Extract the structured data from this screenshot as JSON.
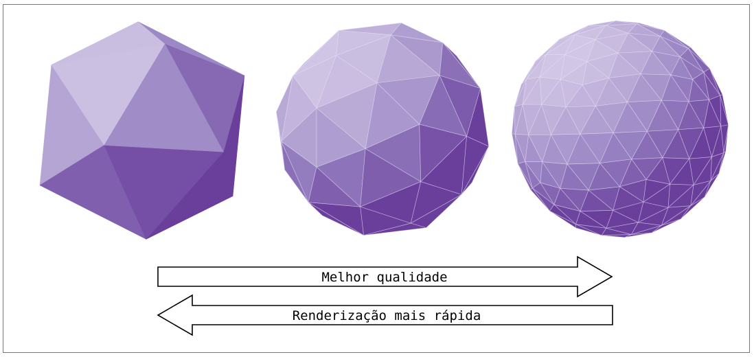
{
  "figure": {
    "shapes": [
      {
        "name": "icosahedron",
        "subdivision_level": 0
      },
      {
        "name": "geodesic-sphere-medium",
        "subdivision_level": 1
      },
      {
        "name": "geodesic-sphere-high",
        "subdivision_level": 2
      }
    ],
    "colors": {
      "light": "#d3c8e6",
      "mid": "#9a86c4",
      "dark": "#6a3f9c",
      "edge": "#e8e0f4",
      "arrow_stroke": "#000000",
      "arrow_fill": "#ffffff"
    },
    "arrows": [
      {
        "label": "Melhor qualidade",
        "direction": "right"
      },
      {
        "label": "Renderização mais rápida",
        "direction": "left"
      }
    ]
  }
}
